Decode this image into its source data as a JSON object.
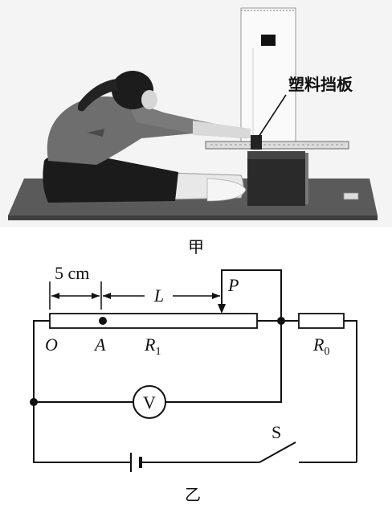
{
  "photo": {
    "callout_label": "塑料挡板",
    "caption": "甲"
  },
  "circuit": {
    "caption": "乙",
    "dimension_left": "5 cm",
    "dimension_right": "L",
    "slider_label": "P",
    "end_label": "O",
    "point_label": "A",
    "resistor_main": "R",
    "resistor_main_sub": "1",
    "resistor_fixed": "R",
    "resistor_fixed_sub": "0",
    "voltmeter_symbol": "V",
    "switch_label": "S"
  }
}
